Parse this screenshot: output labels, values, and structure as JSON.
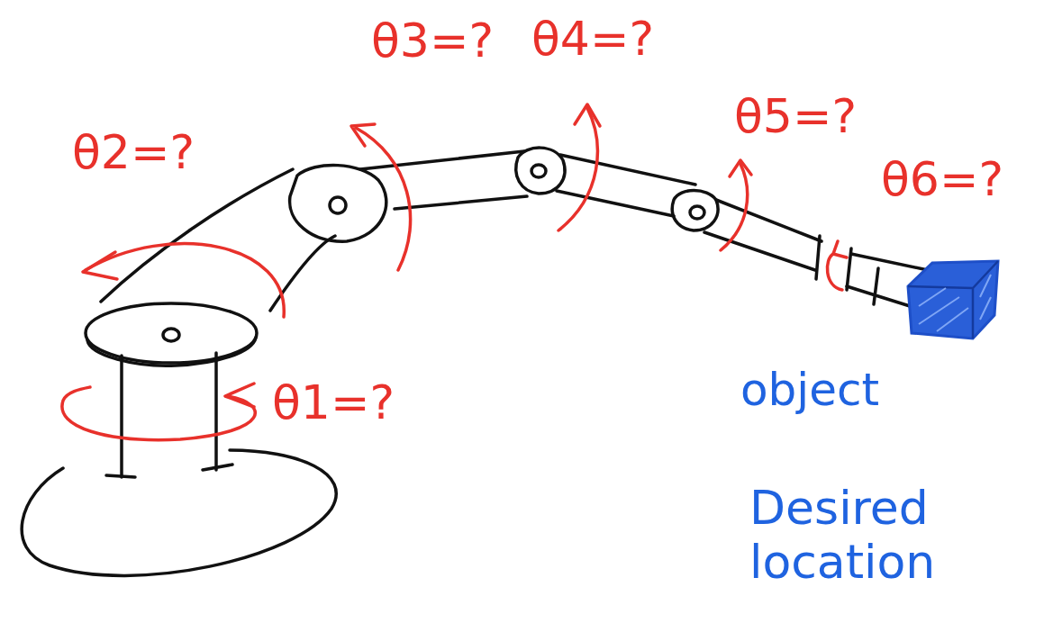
{
  "diagram": {
    "labels": [
      "θ3=?",
      "θ4=?",
      "θ2=?",
      "θ5=?",
      "θ6=?",
      "θ1=?",
      "object",
      "Desired location"
    ]
  }
}
